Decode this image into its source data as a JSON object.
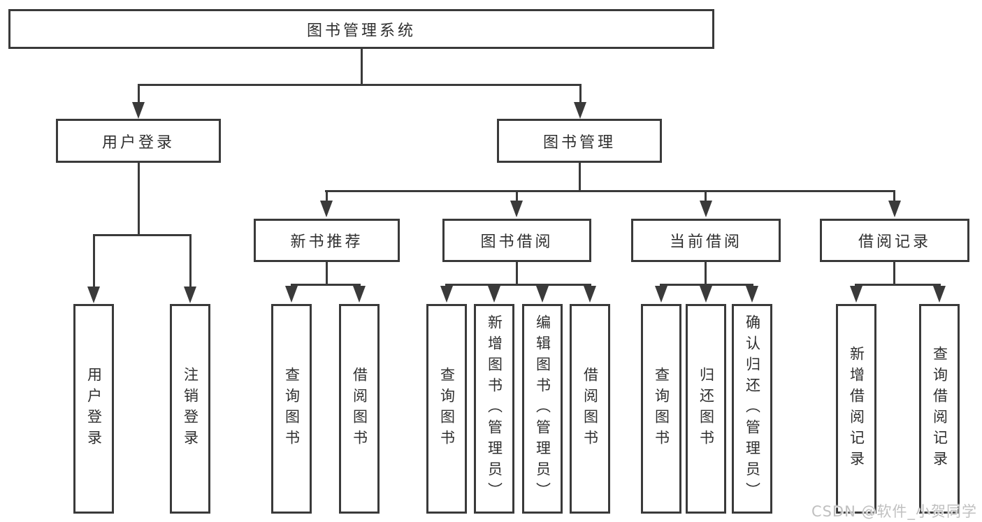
{
  "nodes": {
    "root": "图书管理系统",
    "user_login": "用户登录",
    "book_management": "图书管理",
    "new_book_recommendation": "新书推荐",
    "book_borrowing": "图书借阅",
    "current_borrowing": "当前借阅",
    "borrowing_records": "借阅记录",
    "ul_user_login": "用户登录",
    "ul_logout": "注销登录",
    "nb_query_books": "查询图书",
    "nb_borrow_books": "借阅图书",
    "bb_query_books": "查询图书",
    "bb_add_books_admin": "新增图书（管理员）",
    "bb_edit_books_admin": "编辑图书（管理员）",
    "bb_borrow_books": "借阅图书",
    "cb_query_books": "查询图书",
    "cb_return_books": "归还图书",
    "cb_confirm_return_admin": "确认归还（管理员）",
    "br_add_record": "新增借阅记录",
    "br_query_record": "查询借阅记录"
  },
  "hierarchy": {
    "root": [
      "user_login",
      "book_management"
    ],
    "user_login": [
      "ul_user_login",
      "ul_logout"
    ],
    "book_management": [
      "new_book_recommendation",
      "book_borrowing",
      "current_borrowing",
      "borrowing_records"
    ],
    "new_book_recommendation": [
      "nb_query_books",
      "nb_borrow_books"
    ],
    "book_borrowing": [
      "bb_query_books",
      "bb_add_books_admin",
      "bb_edit_books_admin",
      "bb_borrow_books"
    ],
    "current_borrowing": [
      "cb_query_books",
      "cb_return_books",
      "cb_confirm_return_admin"
    ],
    "borrowing_records": [
      "br_add_record",
      "br_query_record"
    ]
  },
  "watermark": "CSDN @软件_小贺同学",
  "colors": {
    "line": "#3a3a3a",
    "text": "#2f2f2f",
    "watermark": "#c0c0c0",
    "background": "#ffffff"
  }
}
